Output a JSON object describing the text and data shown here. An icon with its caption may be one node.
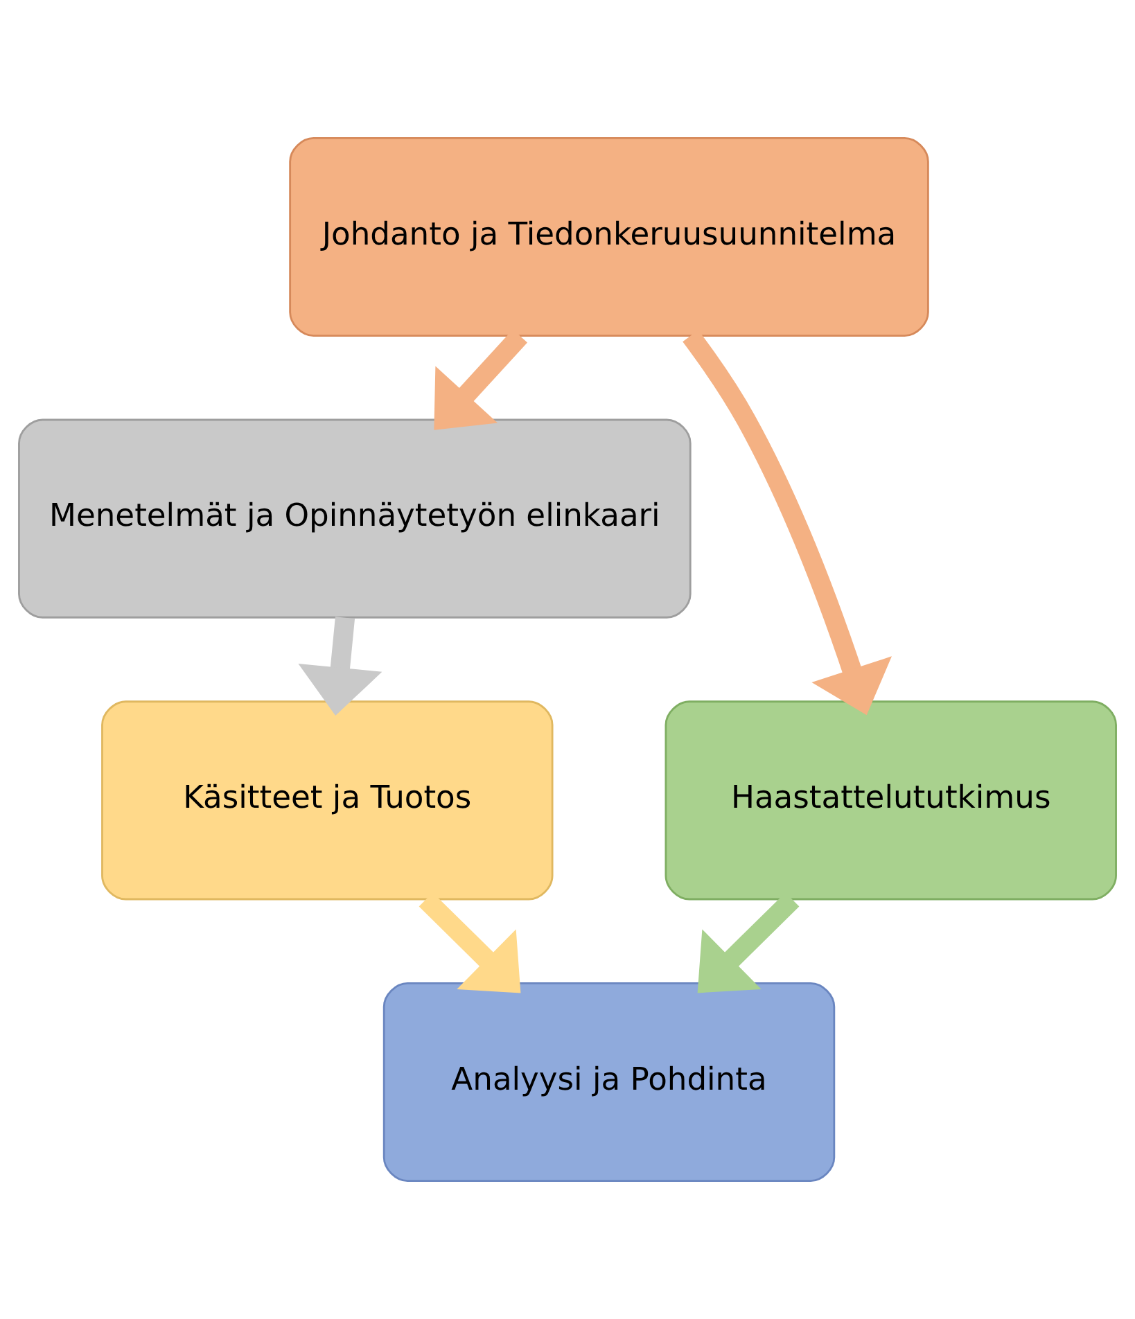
{
  "diagram": {
    "nodes": [
      {
        "text": [
          "Johdanto ja Tiedonkeruusuunnitelma"
        ]
      },
      {
        "text": [
          "Menetelmät ja Opinnäytetyön elinkaari"
        ]
      },
      {
        "text": [
          "Käsitteet ja Tuotos"
        ]
      },
      {
        "text": [
          "Haastattelututkimus"
        ]
      },
      {
        "text": [
          "Analyysi ja Pohdinta"
        ]
      }
    ],
    "edges": [
      {
        "from": 0,
        "to": 1,
        "arrow": "to",
        "color": "#f4b183"
      },
      {
        "from": 1,
        "to": 2,
        "arrow": "to",
        "color": "#c9c9c9"
      },
      {
        "from": 2,
        "to": 4,
        "arrow": "to",
        "color": "#ffd98a"
      },
      {
        "from": 0,
        "to": 3,
        "arrow": "to",
        "color": "#f4b183"
      },
      {
        "from": 3,
        "to": 4,
        "arrow": "to",
        "color": "#a9d18e"
      }
    ]
  }
}
